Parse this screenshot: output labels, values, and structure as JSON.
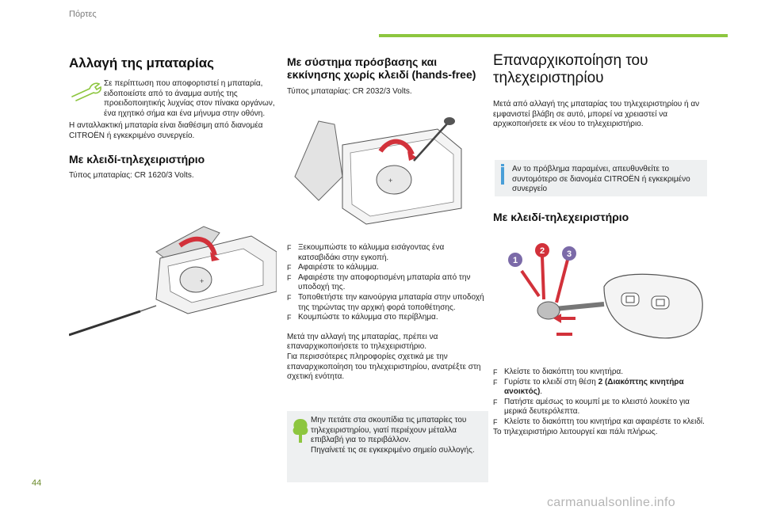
{
  "header": {
    "section": "Πόρτες",
    "accent_color": "#8dc63f"
  },
  "col1": {
    "title": "Αλλαγή της μπαταρίας",
    "warning_icon": "wrench-warning-icon",
    "warning_text": "Σε περίπτωση που αποφορτιστεί η μπαταρία, ειδοποιείστε από το άναμμα αυτής της προειδοποιητικής λυχνίας στον πίνακα οργάνων, ένα ηχητικό σήμα και ένα μήνυμα στην οθόνη.",
    "body": "Η ανταλλακτική μπαταρία είναι διαθέσιμη από διανομέα CITROËN ή εγκεκριμένο συνεργείο.",
    "subtitle": "Με κλειδί-τηλεχειριστήριο",
    "battery_type": "Τύπος μπαταρίας: CR 1620/3 Volts."
  },
  "col2": {
    "title": "Με σύστημα πρόσβασης και εκκίνησης χωρίς κλειδί (hands-free)",
    "battery_type": "Τύπος μπαταρίας: CR 2032/3 Volts.",
    "steps": [
      "Ξεκουμπώστε το κάλυμμα εισάγοντας ένα κατσαβιδάκι στην εγκοπή.",
      "Αφαιρέστε το κάλυμμα.",
      "Αφαιρέστε την αποφορτισμένη μπαταρία από την υποδοχή της.",
      "Τοποθετήστε την καινούργια μπαταρία στην υποδοχή της τηρώντας την αρχική φορά τοποθέτησης.",
      "Κουμπώστε το κάλυμμα στο περίβλημα."
    ],
    "after1": "Μετά την αλλαγή της μπαταρίας, πρέπει να επαναρχικοποιήσετε το τηλεχειριστήριο.",
    "after2": "Για περισσότερες πληροφορίες σχετικά με την επαναρχικοποίηση του τηλεχειριστηρίου, ανατρέξτε στη σχετική ενότητα.",
    "env_icon": "tree-environment-icon",
    "env_text1": "Μην πετάτε στα σκουπίδια τις μπαταρίες του τηλεχειριστηρίου, γιατί περιέχουν μέταλλα επιβλαβή για το περιβάλλον.",
    "env_text2": "Πηγαίνετέ τις σε εγκεκριμένο σημείο συλλογής."
  },
  "col3": {
    "title_line1": "Επαναρχικοποίηση του",
    "title_line2": "τηλεχειριστηρίου",
    "body": "Μετά από αλλαγή της μπαταρίας του τηλεχειριστηρίου ή αν εμφανιστεί βλάβη σε αυτό, μπορεί να χρειαστεί να αρχικοποιήσετε εκ νέου το τηλεχειριστήριο.",
    "info_icon": "info-icon",
    "info_text": "Αν το πρόβλημα παραμένει, απευθυνθείτε το συντομότερο σε διανομέα CITROËN ή εγκεκριμένο συνεργείο",
    "subtitle": "Με κλειδί-τηλεχειριστήριο",
    "callouts": [
      "1",
      "2",
      "3"
    ],
    "callout_colors": [
      "#7b6aa8",
      "#d2313a",
      "#7b6aa8"
    ],
    "steps": [
      {
        "text": "Κλείστε το διακόπτη του κινητήρα.",
        "bold": ""
      },
      {
        "text": "Γυρίστε το κλειδί στη θέση ",
        "bold": "2 (Διακόπτης κινητήρα ανοικτός)",
        "tail": "."
      },
      {
        "text": "Πατήστε αμέσως το κουμπί με το κλειστό λουκέτο για μερικά δευτερόλεπτα.",
        "bold": ""
      },
      {
        "text": "Κλείστε το διακόπτη του κινητήρα και αφαιρέστε το κλειδί.",
        "bold": ""
      }
    ],
    "closing": "Το τηλεχειριστήριο λειτουργεί και πάλι πλήρως."
  },
  "footer": {
    "page_number": "44",
    "watermark": "carmanualsonline.info"
  },
  "bullet_marker": "F"
}
